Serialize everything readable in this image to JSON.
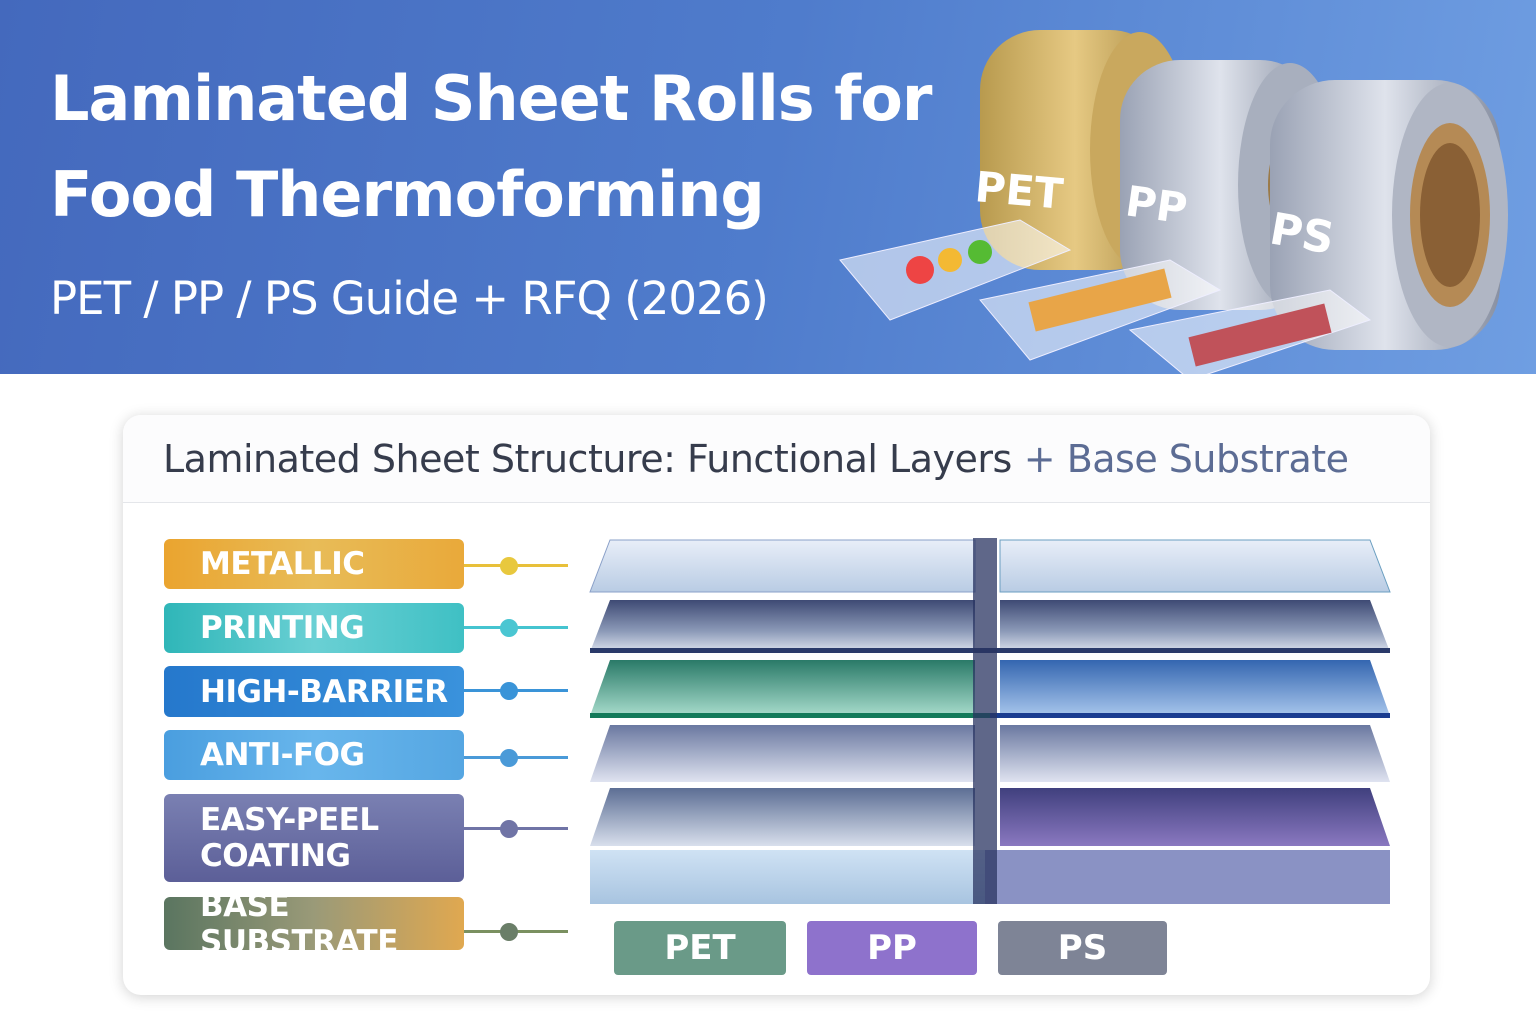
{
  "banner": {
    "title_line1": "Laminated Sheet Rolls for",
    "title_line2": "Food Thermoforming",
    "subtitle": "PET / PP / PS Guide + RFQ (2026)",
    "roll_labels": [
      "PET",
      "PP",
      "PS"
    ]
  },
  "card": {
    "title_main": "Laminated Sheet Structure: Functional Layers",
    "title_accent": "+ Base Substrate",
    "layers": [
      {
        "label": "METALLIC",
        "color": "#e9a93a"
      },
      {
        "label": "PRINTING",
        "color": "#3fc0c4"
      },
      {
        "label": "HIGH-BARRIER",
        "color": "#2f86d4"
      },
      {
        "label": "ANTI-FOG",
        "color": "#55a6e2"
      },
      {
        "label": "EASY-PEEL COATING",
        "color": "#6a6ea6"
      },
      {
        "label": "BASE SUBSTRATE",
        "color": "#6f7f68"
      }
    ],
    "materials": [
      {
        "label": "PET",
        "color": "#6a9a88"
      },
      {
        "label": "PP",
        "color": "#8e72cc"
      },
      {
        "label": "PS",
        "color": "#7e8496"
      }
    ]
  }
}
